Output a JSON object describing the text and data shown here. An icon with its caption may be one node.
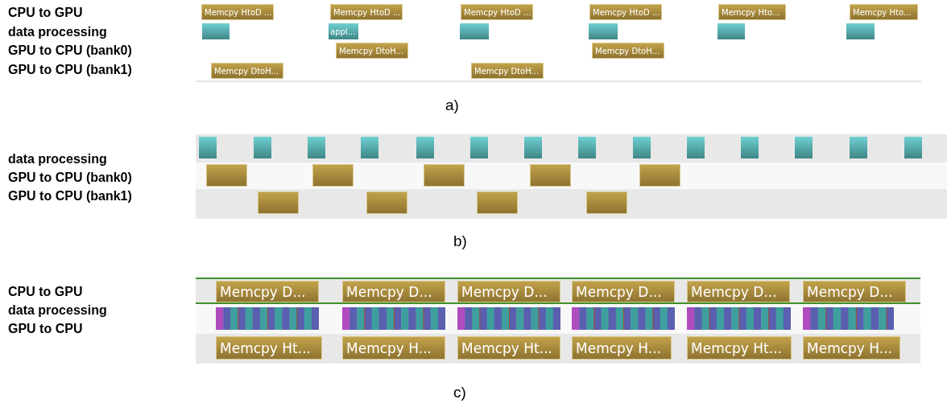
{
  "diagram": {
    "nodes": [
      {
        "text": [
          "Memcpy HtoD ..."
        ]
      },
      {
        "text": [
          "Memcpy HtoD ..."
        ]
      },
      {
        "text": [
          "Memcpy HtoD ..."
        ]
      },
      {
        "text": [
          "Memcpy HtoD ..."
        ]
      },
      {
        "text": [
          "Memcpy Hto..."
        ]
      },
      {
        "text": [
          "Memcpy Hto..."
        ]
      },
      {
        "text": [],
        "shape": "bar"
      },
      {
        "text": [
          "appl..."
        ]
      },
      {
        "text": [],
        "shape": "bar"
      },
      {
        "text": [],
        "shape": "bar"
      },
      {
        "text": [],
        "shape": "bar"
      },
      {
        "text": [],
        "shape": "bar"
      },
      {
        "text": [
          "Memcpy DtoH..."
        ]
      },
      {
        "text": [
          "Memcpy DtoH..."
        ]
      },
      {
        "text": [
          "Memcpy DtoH..."
        ]
      },
      {
        "text": [
          "Memcpy DtoH..."
        ]
      },
      {
        "text": [],
        "shape": "bar"
      },
      {
        "text": [],
        "shape": "bar"
      },
      {
        "text": [],
        "shape": "bar"
      },
      {
        "text": [],
        "shape": "bar"
      },
      {
        "text": [],
        "shape": "bar"
      },
      {
        "text": [],
        "shape": "bar"
      },
      {
        "text": [],
        "shape": "bar"
      },
      {
        "text": [],
        "shape": "bar"
      },
      {
        "text": [],
        "shape": "bar"
      },
      {
        "text": [],
        "shape": "bar"
      },
      {
        "text": [],
        "shape": "bar"
      },
      {
        "text": [],
        "shape": "bar"
      },
      {
        "text": [],
        "shape": "bar"
      },
      {
        "text": [],
        "shape": "bar"
      },
      {
        "text": [],
        "shape": "bar"
      },
      {
        "text": [],
        "shape": "bar"
      },
      {
        "text": [],
        "shape": "bar"
      },
      {
        "text": [],
        "shape": "bar"
      },
      {
        "text": [],
        "shape": "bar"
      },
      {
        "text": [],
        "shape": "bar"
      },
      {
        "text": [],
        "shape": "bar"
      },
      {
        "text": [],
        "shape": "bar"
      },
      {
        "text": [],
        "shape": "bar"
      },
      {
        "text": [
          "Memcpy D..."
        ]
      },
      {
        "text": [
          "Memcpy D..."
        ]
      },
      {
        "text": [
          "Memcpy D..."
        ]
      },
      {
        "text": [
          "Memcpy D..."
        ]
      },
      {
        "text": [
          "Memcpy D..."
        ]
      },
      {
        "text": [
          "Memcpy D..."
        ]
      },
      {
        "text": [],
        "shape": "bar"
      },
      {
        "text": [],
        "shape": "bar"
      },
      {
        "text": [],
        "shape": "bar"
      },
      {
        "text": [],
        "shape": "bar"
      },
      {
        "text": [],
        "shape": "bar"
      },
      {
        "text": [],
        "shape": "bar"
      },
      {
        "text": [
          "Memcpy Ht..."
        ]
      },
      {
        "text": [
          "Memcpy H..."
        ]
      },
      {
        "text": [
          "Memcpy Ht..."
        ]
      },
      {
        "text": [
          "Memcpy H..."
        ]
      },
      {
        "text": [
          "Memcpy Ht..."
        ]
      },
      {
        "text": [
          "Memcpy H..."
        ]
      }
    ],
    "labels": [
      "CPU to GPU",
      "data processing",
      "GPU to CPU (bank0)",
      "GPU to CPU (bank1)",
      "a)",
      "data processing",
      "GPU to CPU (bank0)",
      "GPU to CPU (bank1)",
      "b)",
      "CPU to GPU",
      "data processing",
      "GPU to CPU",
      "c)"
    ]
  }
}
